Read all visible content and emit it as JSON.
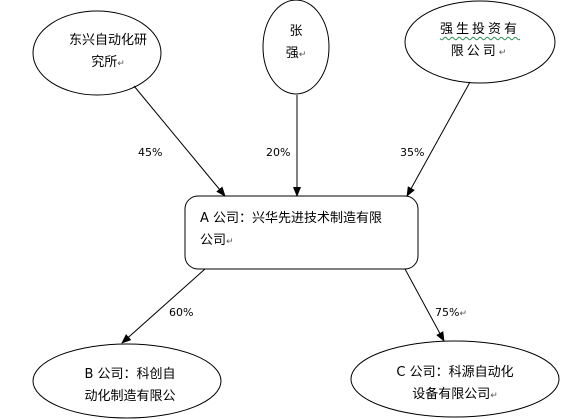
{
  "nodes": {
    "dongxing": {
      "line1": "东兴自动化研",
      "line2": "究所"
    },
    "zhang": {
      "line1": "张",
      "line2": "强"
    },
    "qiangsheng": {
      "line1": "强生投资有",
      "line2": "限公司"
    },
    "a_company": {
      "line1": "A 公司：兴华先进技术制造有限",
      "line2": "公司"
    },
    "b_company": {
      "line1": "B  公司：科创自",
      "line2": "动化制造有限公"
    },
    "c_company": {
      "line1": "C 公司：科源自动化",
      "line2": "设备有限公司"
    }
  },
  "edges": {
    "dongxing_to_a": "45%",
    "zhang_to_a": "20%",
    "qiangsheng_to_a": "35%",
    "a_to_b": "60%",
    "a_to_c": "75%"
  },
  "marks": {
    "paragraph": "↵"
  }
}
